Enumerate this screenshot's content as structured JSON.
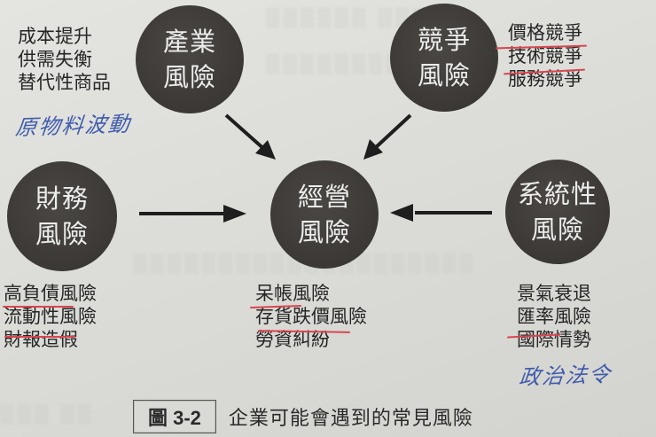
{
  "figure": {
    "label": "圖 3-2",
    "title": "企業可能會遇到的常見風險"
  },
  "center": {
    "line1": "經營",
    "line2": "風險",
    "items": [
      "呆帳風險",
      "存貨跌價風險",
      "勞資糾紛"
    ],
    "underlined": [
      "呆帳",
      "存貨跌價"
    ]
  },
  "industry": {
    "line1": "產業",
    "line2": "風險",
    "items": [
      "成本提升",
      "供需失衡",
      "替代性商品"
    ],
    "handwritten_note": "原物料波動"
  },
  "competition": {
    "line1": "競爭",
    "line2": "風險",
    "items": [
      "價格競爭",
      "技術競爭",
      "服務競爭"
    ],
    "underlined": [
      "價格",
      "技術"
    ]
  },
  "financial": {
    "line1": "財務",
    "line2": "風險",
    "items": [
      "高負債風險",
      "流動性風險",
      "財報造假"
    ],
    "underlined": [
      "高負債",
      "流動性"
    ]
  },
  "systematic": {
    "line1": "系統性",
    "line2": "風險",
    "items": [
      "景氣衰退",
      "匯率風險",
      "國際情勢"
    ],
    "underlined": [
      "匯率"
    ],
    "handwritten_note": "政治法令"
  },
  "colors": {
    "circle_fill": "#3b3836",
    "circle_text": "#ececea",
    "underline_red": "#d8464f",
    "handwriting_blue": "#2f4fa8",
    "paper": "#dcdcd8"
  }
}
